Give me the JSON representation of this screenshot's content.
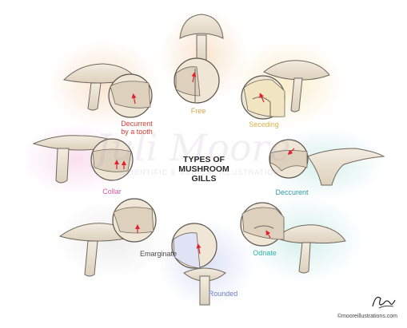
{
  "title": "TYPES OF\nMUSHROOM\nGILLS",
  "watermark": {
    "name": "Juli Moore",
    "subtitle": "SCIENTIFIC & MEDICAL ILLUSTRATION"
  },
  "credit": "©mooreillustrations.com",
  "signature": "Juli Moore",
  "colors": {
    "cap_fill": "#ece3d3",
    "cap_stroke": "#6f665c",
    "arrow": "#e0202e"
  },
  "gill_types": [
    {
      "id": "free",
      "label": "Free",
      "color": "#d6a04a"
    },
    {
      "id": "seceding",
      "label": "Seceding",
      "color": "#d9b24a"
    },
    {
      "id": "decurrent",
      "label": "Deccurent",
      "color": "#2a9aa8"
    },
    {
      "id": "odnate",
      "label": "Odnate",
      "color": "#2fb1a5"
    },
    {
      "id": "rounded",
      "label": "Rounded",
      "color": "#6f7fbf"
    },
    {
      "id": "emarginate",
      "label": "Emarginate",
      "color": "#4a4a4a"
    },
    {
      "id": "collar",
      "label": "Collar",
      "color": "#d45ba1"
    },
    {
      "id": "decurrent-tooth",
      "label": "Decurrent\nby a tooth",
      "color": "#d6403a"
    }
  ]
}
